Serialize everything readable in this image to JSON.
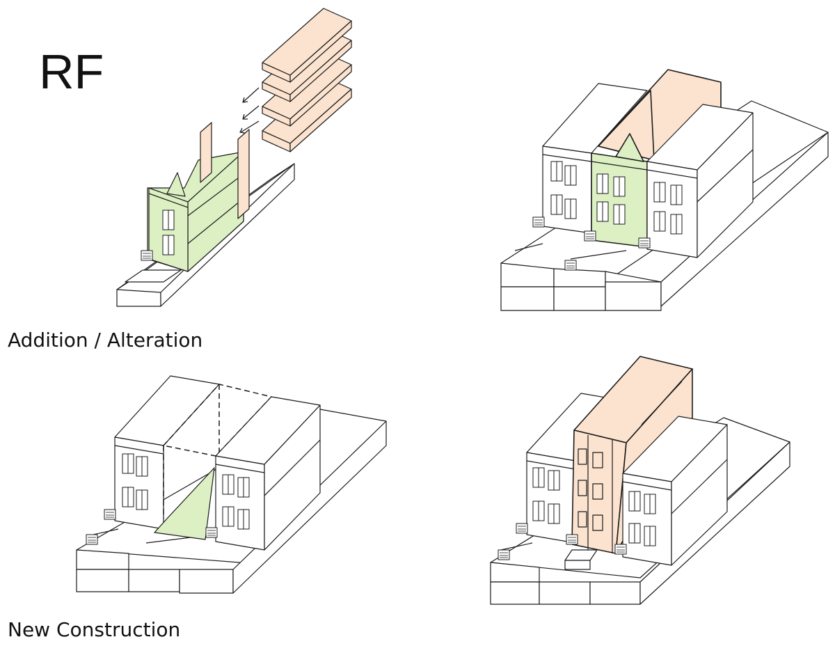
{
  "district_code": "RF",
  "captions": {
    "addition": "Addition / Alteration",
    "new_construction": "New Construction"
  },
  "colors": {
    "existing_highlight": "#dcf0c4",
    "proposed_addition": "#fbe3cf",
    "outline": "#1a1a1a",
    "background": "#ffffff"
  },
  "icons": [
    "arrow-icon",
    "stoop-icon",
    "window-icon"
  ]
}
